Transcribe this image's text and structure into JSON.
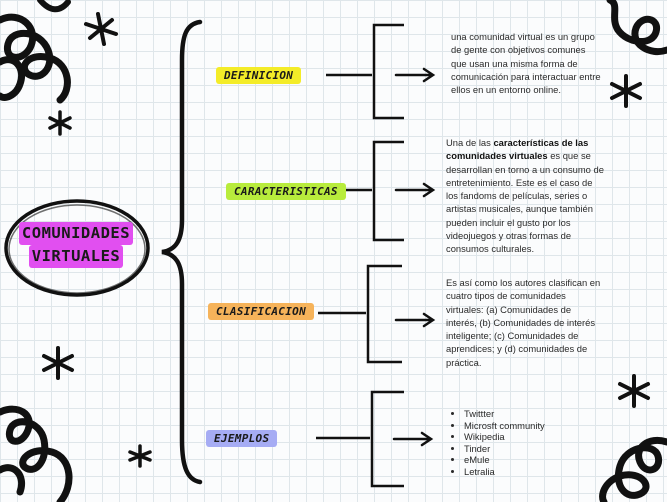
{
  "title": {
    "line1": "COMUNIDADES",
    "line2": "VIRTUALES"
  },
  "branches": [
    {
      "label": "DEFINICION",
      "color": "#f4ec28",
      "text": "una comunidad virtual es un grupo de gente con objetivos comunes que usan una misma forma de comunicación para interactuar entre ellos en un entorno online."
    },
    {
      "label": "CARACTERISTICAS",
      "color": "#b8ec3c",
      "text_bold": "características de las comunidades virtuales",
      "text_pre": "Una de las ",
      "text_post": " es que se desarrollan en torno a un consumo de entretenimiento. Este es el caso de los fandoms de películas, series o artistas musicales, aunque también pueden incluir el gusto por los videojuegos y otras formas de consumos culturales."
    },
    {
      "label": "CLASIFICACION",
      "color": "#f6b35a",
      "text": "Es así como los autores clasifican en cuatro tipos de comunidades virtuales: (a) Comunidades de interés, (b) Comunidades de interés inteligente; (c) Comunidades de aprendices; y (d) comunidades de práctica."
    },
    {
      "label": "EJEMPLOS",
      "color": "#a6acf4",
      "items": [
        "Twittter",
        "Microsft community",
        "Wikipedia",
        "Tinder",
        "eMule",
        "Letralia"
      ]
    }
  ]
}
